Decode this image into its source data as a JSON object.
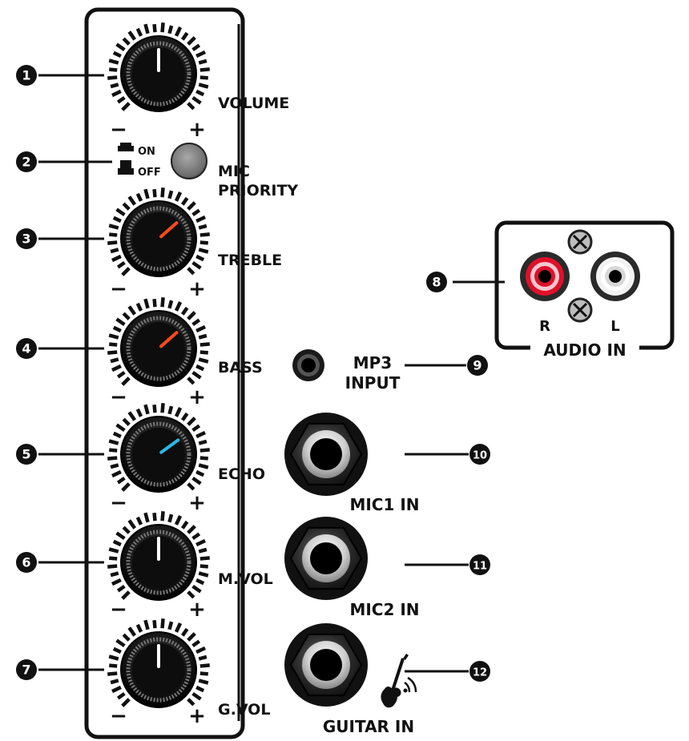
{
  "callouts": [
    "1",
    "2",
    "3",
    "4",
    "5",
    "6",
    "7",
    "8",
    "9",
    "10",
    "11",
    "12"
  ],
  "knobs": [
    {
      "id": "volume",
      "label": "VOLUME",
      "minus": "−",
      "plus": "+",
      "level": 0.5
    },
    {
      "id": "treble",
      "label": "TREBLE",
      "minus": "−",
      "plus": "+",
      "level": 0.68
    },
    {
      "id": "bass",
      "label": "BASS",
      "minus": "−",
      "plus": "+",
      "level": 0.68
    },
    {
      "id": "echo",
      "label": "ECHO",
      "minus": "−",
      "plus": "+",
      "level": 0.7
    },
    {
      "id": "mvol",
      "label": "M.VOL",
      "minus": "−",
      "plus": "+",
      "level": 0.5
    },
    {
      "id": "gvol",
      "label": "G.VOL",
      "minus": "−",
      "plus": "+",
      "level": 0.5
    }
  ],
  "mic_priority": {
    "label_line1": "MIC",
    "label_line2": "PRIORITY",
    "on": "ON",
    "off": "OFF"
  },
  "audio_in": {
    "label": "AUDIO IN",
    "right": "R",
    "left": "L"
  },
  "mp3_input": {
    "line1": "MP3",
    "line2": "INPUT"
  },
  "jacks": {
    "mic1": "MIC1 IN",
    "mic2": "MIC2 IN",
    "guitar": "GUITAR IN"
  },
  "colors": {
    "treble_pointer": "#ff4a1c",
    "bass_pointer": "#ff4a1c",
    "echo_pointer": "#2bb7e8",
    "rca_right": "#e0102a",
    "rca_left": "#f2f2f2"
  }
}
